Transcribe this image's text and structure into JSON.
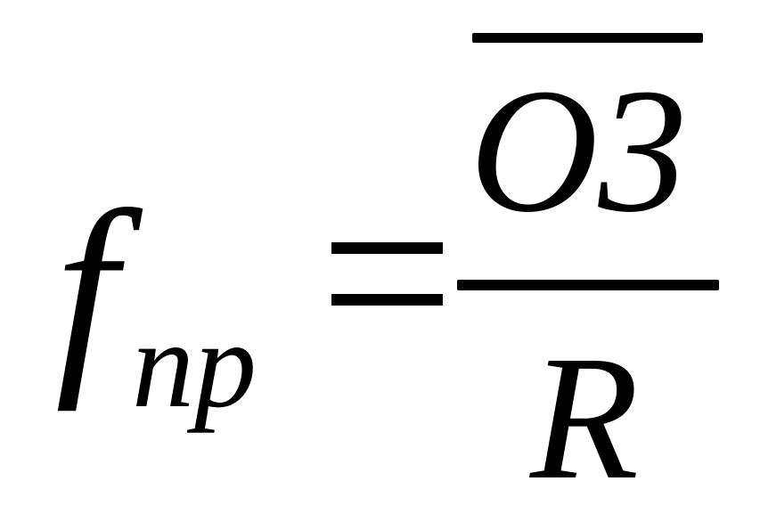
{
  "formula": {
    "lhs_symbol": "f",
    "lhs_subscript": "np",
    "equals": "=",
    "numerator": "O3",
    "denominator": "R"
  }
}
